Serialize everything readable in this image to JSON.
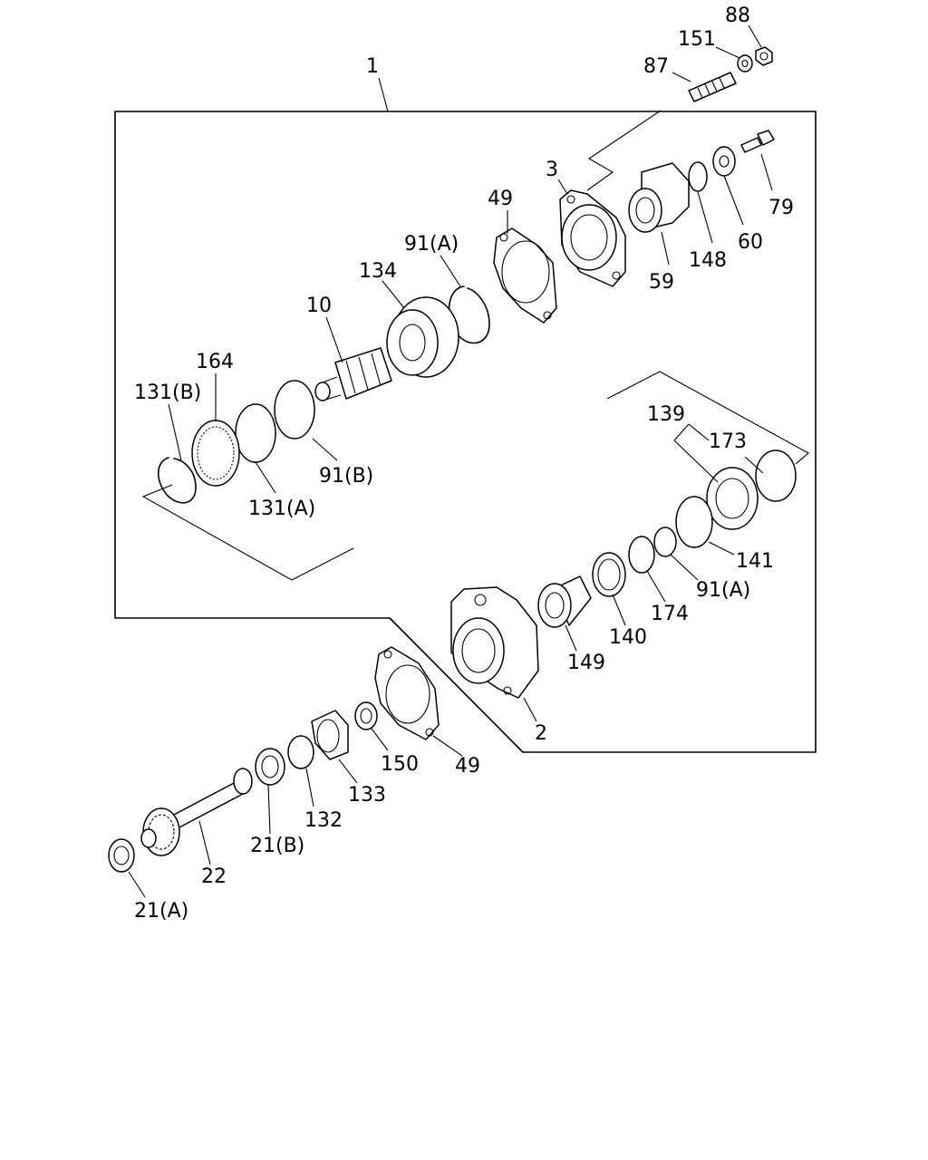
{
  "labels": {
    "p1": "1",
    "p88": "88",
    "p151": "151",
    "p87": "87",
    "p3": "3",
    "p79": "79",
    "p49a": "49",
    "p91a_top": "91(A)",
    "p134": "134",
    "p10": "10",
    "p164": "164",
    "p131b": "131(B)",
    "p148": "148",
    "p60": "60",
    "p59": "59",
    "p91b": "91(B)",
    "p131a": "131(A)",
    "p139": "139",
    "p173": "173",
    "p141": "141",
    "p91a_low": "91(A)",
    "p174": "174",
    "p140": "140",
    "p149": "149",
    "p2": "2",
    "p150": "150",
    "p49b": "49",
    "p133": "133",
    "p132": "132",
    "p21b": "21(B)",
    "p22": "22",
    "p21a": "21(A)"
  }
}
